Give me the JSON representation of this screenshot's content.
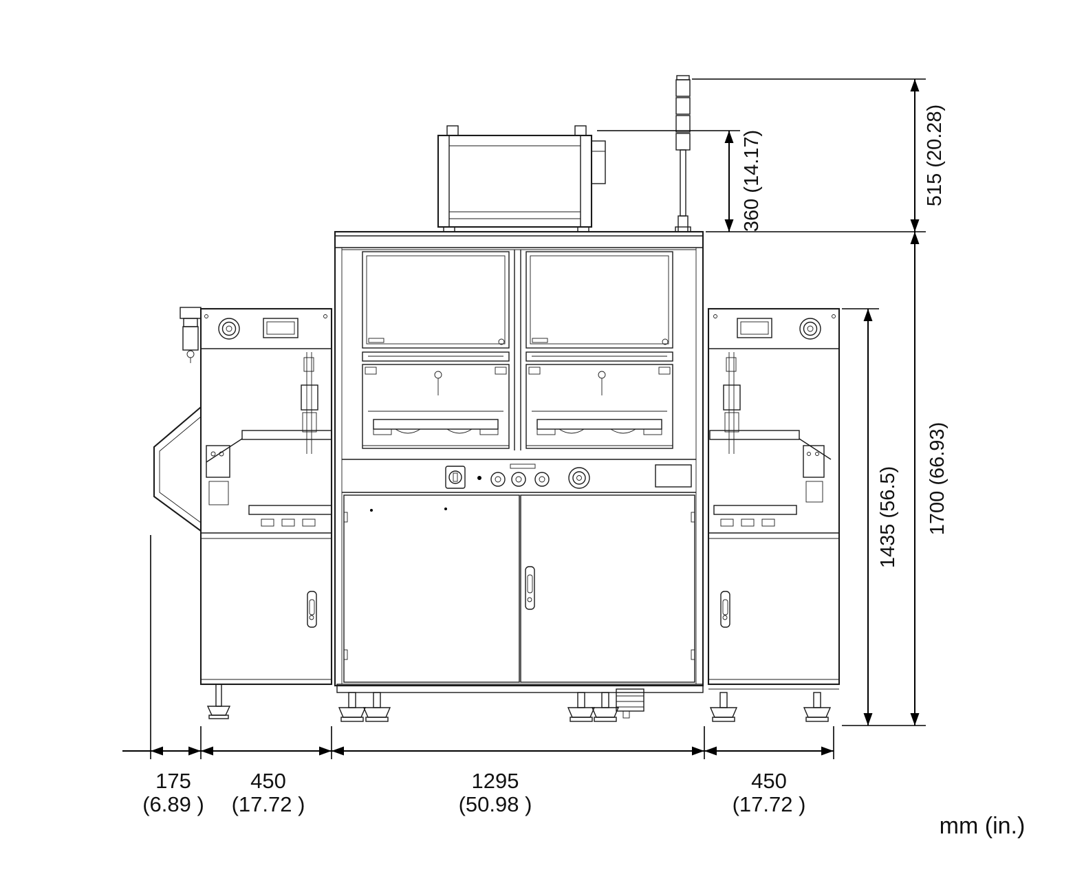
{
  "drawing": {
    "unit_label": "mm (in.)",
    "vertical_dimensions": {
      "tower_height": "515 (20.28)",
      "top_unit_height": "360 (14.17)",
      "overall_height": "1700 (66.93)",
      "frame_height": "1435 (56.5)"
    },
    "horizontal_dimensions": {
      "chute": {
        "mm": "175",
        "in": "(6.89 )"
      },
      "left_module": {
        "mm": "450",
        "in": "(17.72 )"
      },
      "center_module": {
        "mm": "1295",
        "in": "(50.98 )"
      },
      "right_module": {
        "mm": "450",
        "in": "(17.72 )"
      }
    }
  }
}
